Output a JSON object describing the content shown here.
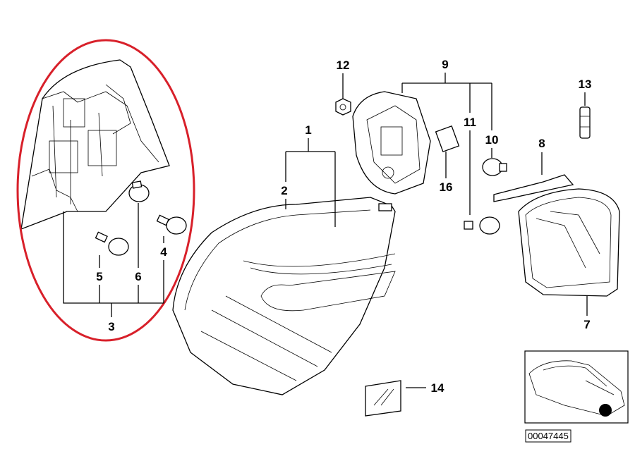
{
  "diagram": {
    "title": "Rear light assembly parts diagram",
    "highlight_color": "#d8202a",
    "callouts": {
      "c1": "1",
      "c2": "2",
      "c3": "3",
      "c4": "4",
      "c5": "5",
      "c6": "6",
      "c7": "7",
      "c8": "8",
      "c9": "9",
      "c10": "10",
      "c11": "11",
      "c12": "12",
      "c13": "13",
      "c14": "14",
      "c16": "16"
    },
    "thumbnail_code": "00047445"
  }
}
